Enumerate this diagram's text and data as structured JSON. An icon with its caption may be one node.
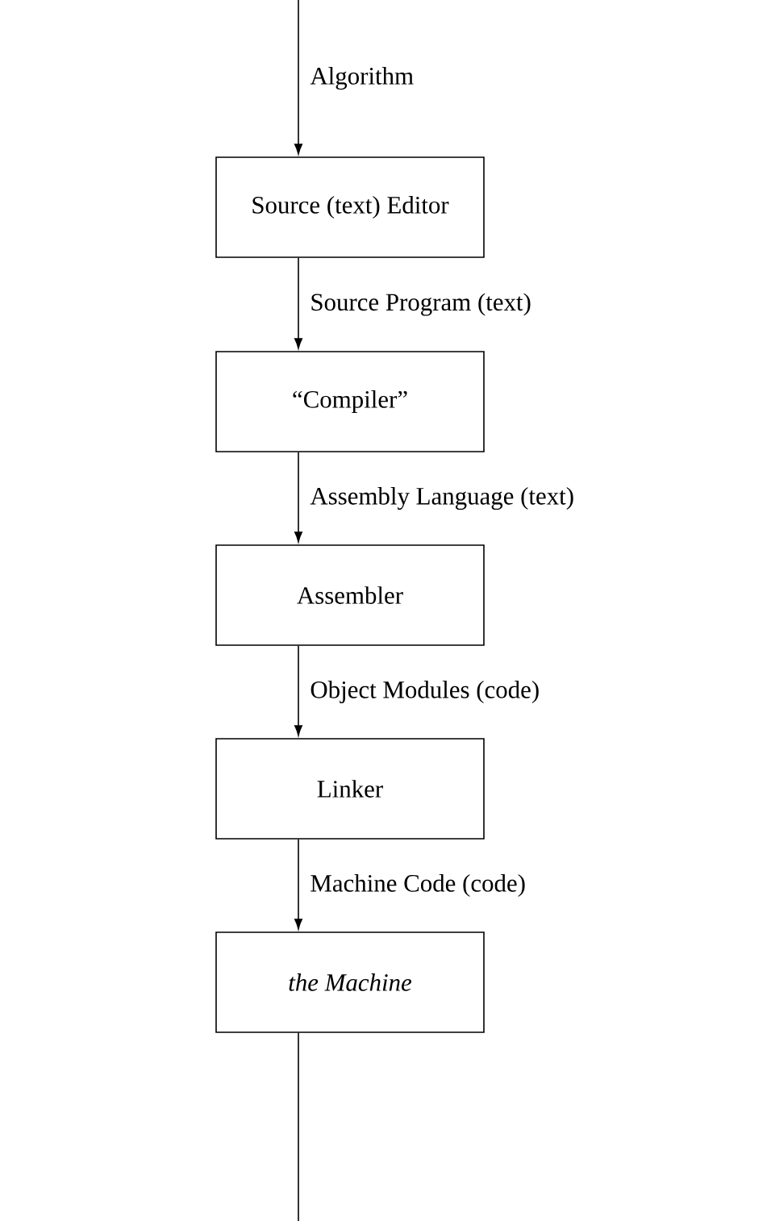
{
  "diagram": {
    "nodes": [
      {
        "text": [
          "Source (text) Editor"
        ]
      },
      {
        "text": [
          "“Compiler”"
        ]
      },
      {
        "text": [
          "Assembler"
        ]
      },
      {
        "text": [
          "Linker"
        ]
      },
      {
        "text": [
          "the Machine"
        ]
      }
    ],
    "edges": [
      {
        "from": null,
        "to": 0,
        "arrow": "to",
        "label": "Algorithm"
      },
      {
        "from": 0,
        "to": 1,
        "arrow": "to",
        "label": "Source Program (text)"
      },
      {
        "from": 1,
        "to": 2,
        "arrow": "to",
        "label": "Assembly Language (text)"
      },
      {
        "from": 2,
        "to": 3,
        "arrow": "to",
        "label": "Object Modules (code)"
      },
      {
        "from": 3,
        "to": 4,
        "arrow": "to",
        "label": "Machine Code (code)"
      },
      {
        "from": 4,
        "to": null,
        "arrow": "none"
      }
    ]
  }
}
